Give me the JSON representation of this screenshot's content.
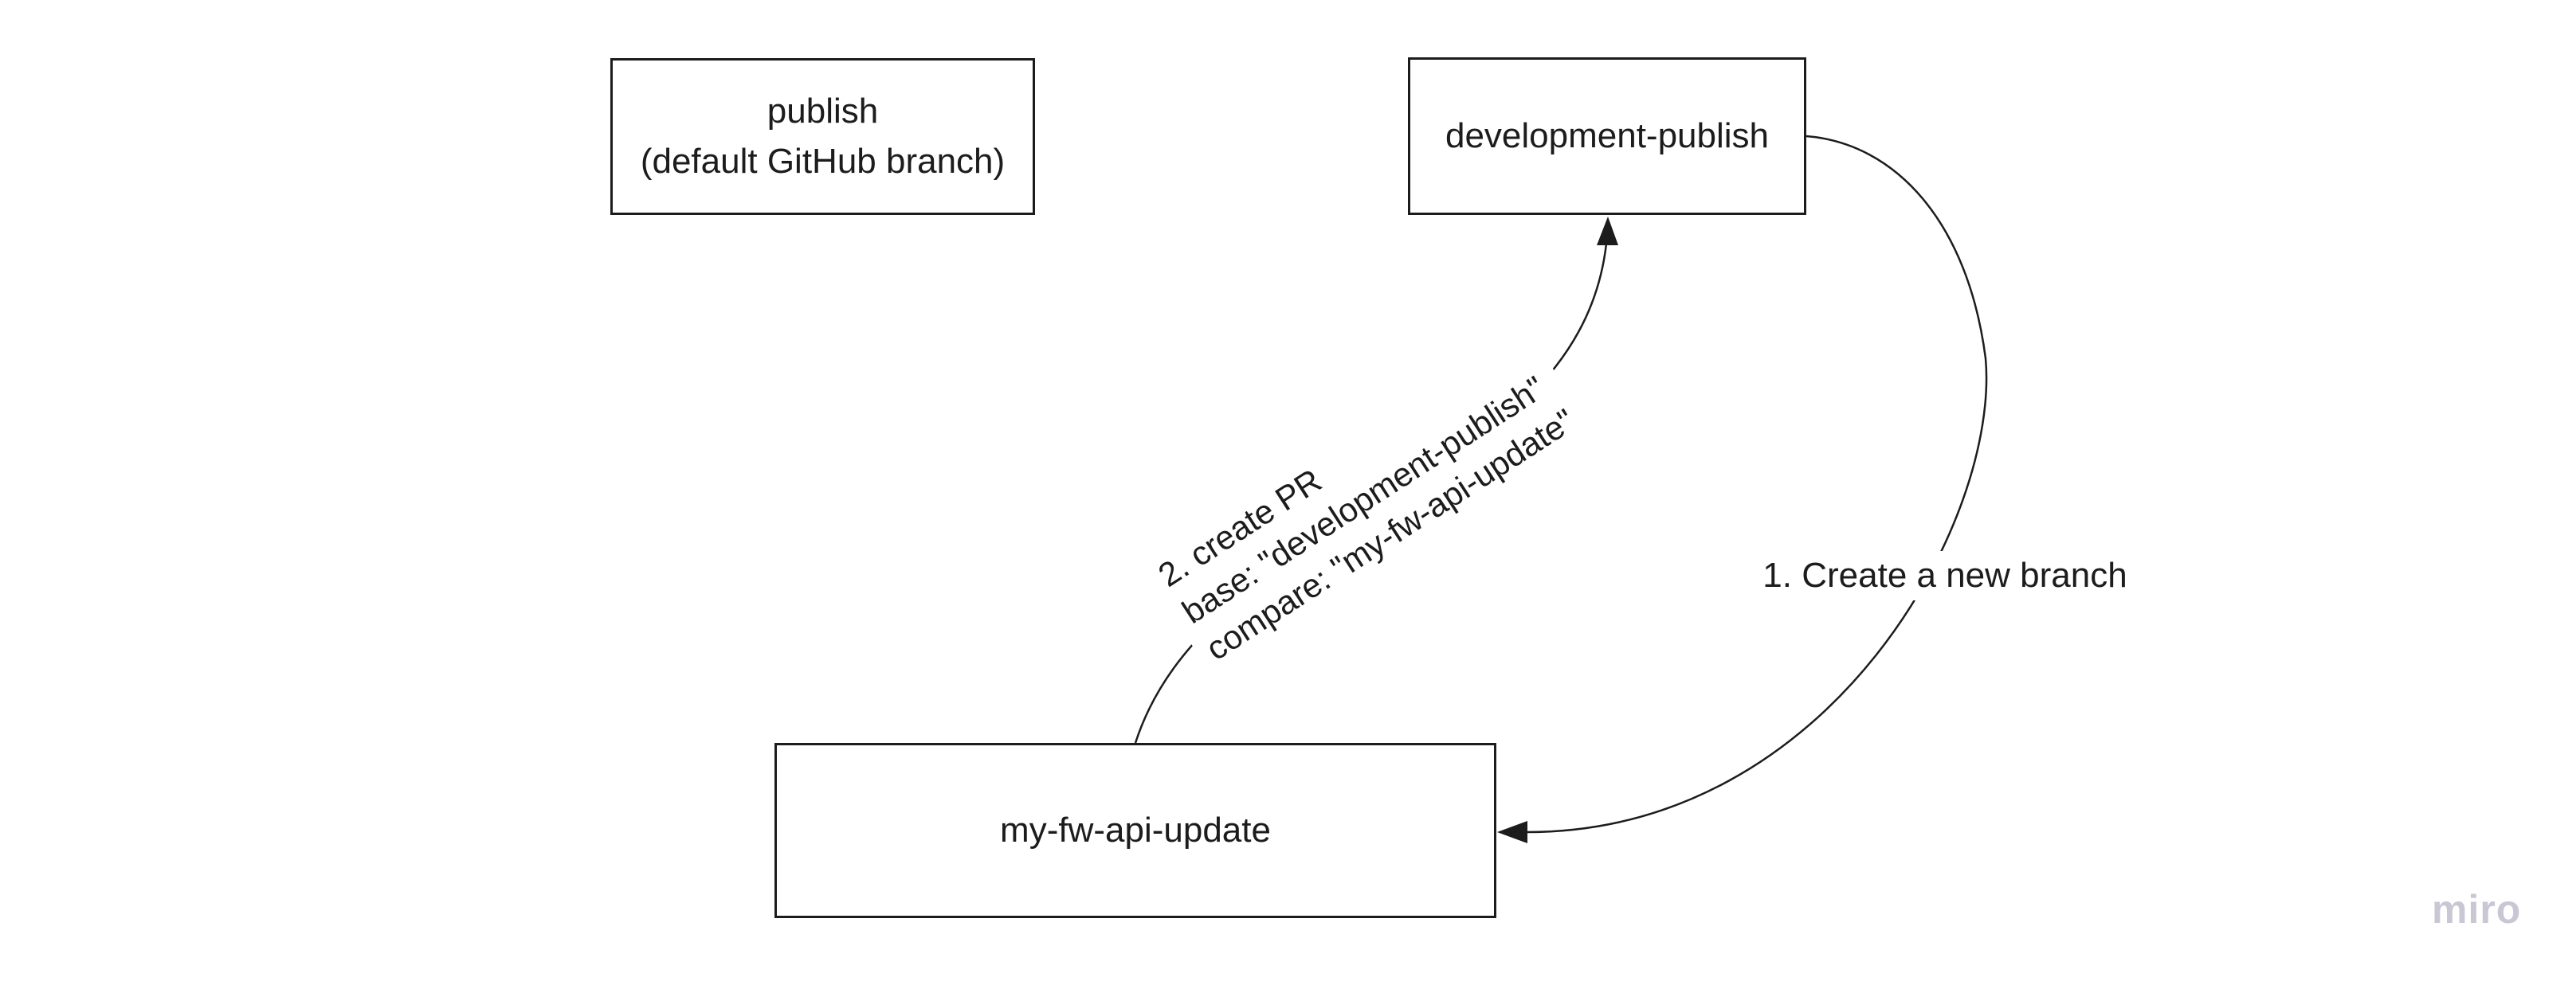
{
  "canvas": {
    "background_color": "#ffffff",
    "stroke_color": "#1c1c1c",
    "text_color": "#1c1c1c",
    "watermark_color": "#c8c7d4"
  },
  "boxes": {
    "publish": {
      "line1": "publish",
      "line2": "(default GitHub branch)"
    },
    "development_publish": {
      "label": "development-publish"
    },
    "my_fw_api_update": {
      "label": "my-fw-api-update"
    }
  },
  "connectors": {
    "create_branch": {
      "label": "1. Create a new branch",
      "from": "development-publish",
      "to": "my-fw-api-update"
    },
    "create_pr": {
      "line1": "2. create PR",
      "line2": "base: \"development-publish\"",
      "line3": "compare: \"my-fw-api-update\"",
      "from": "my-fw-api-update",
      "to": "development-publish"
    }
  },
  "watermark": {
    "label": "miro"
  }
}
